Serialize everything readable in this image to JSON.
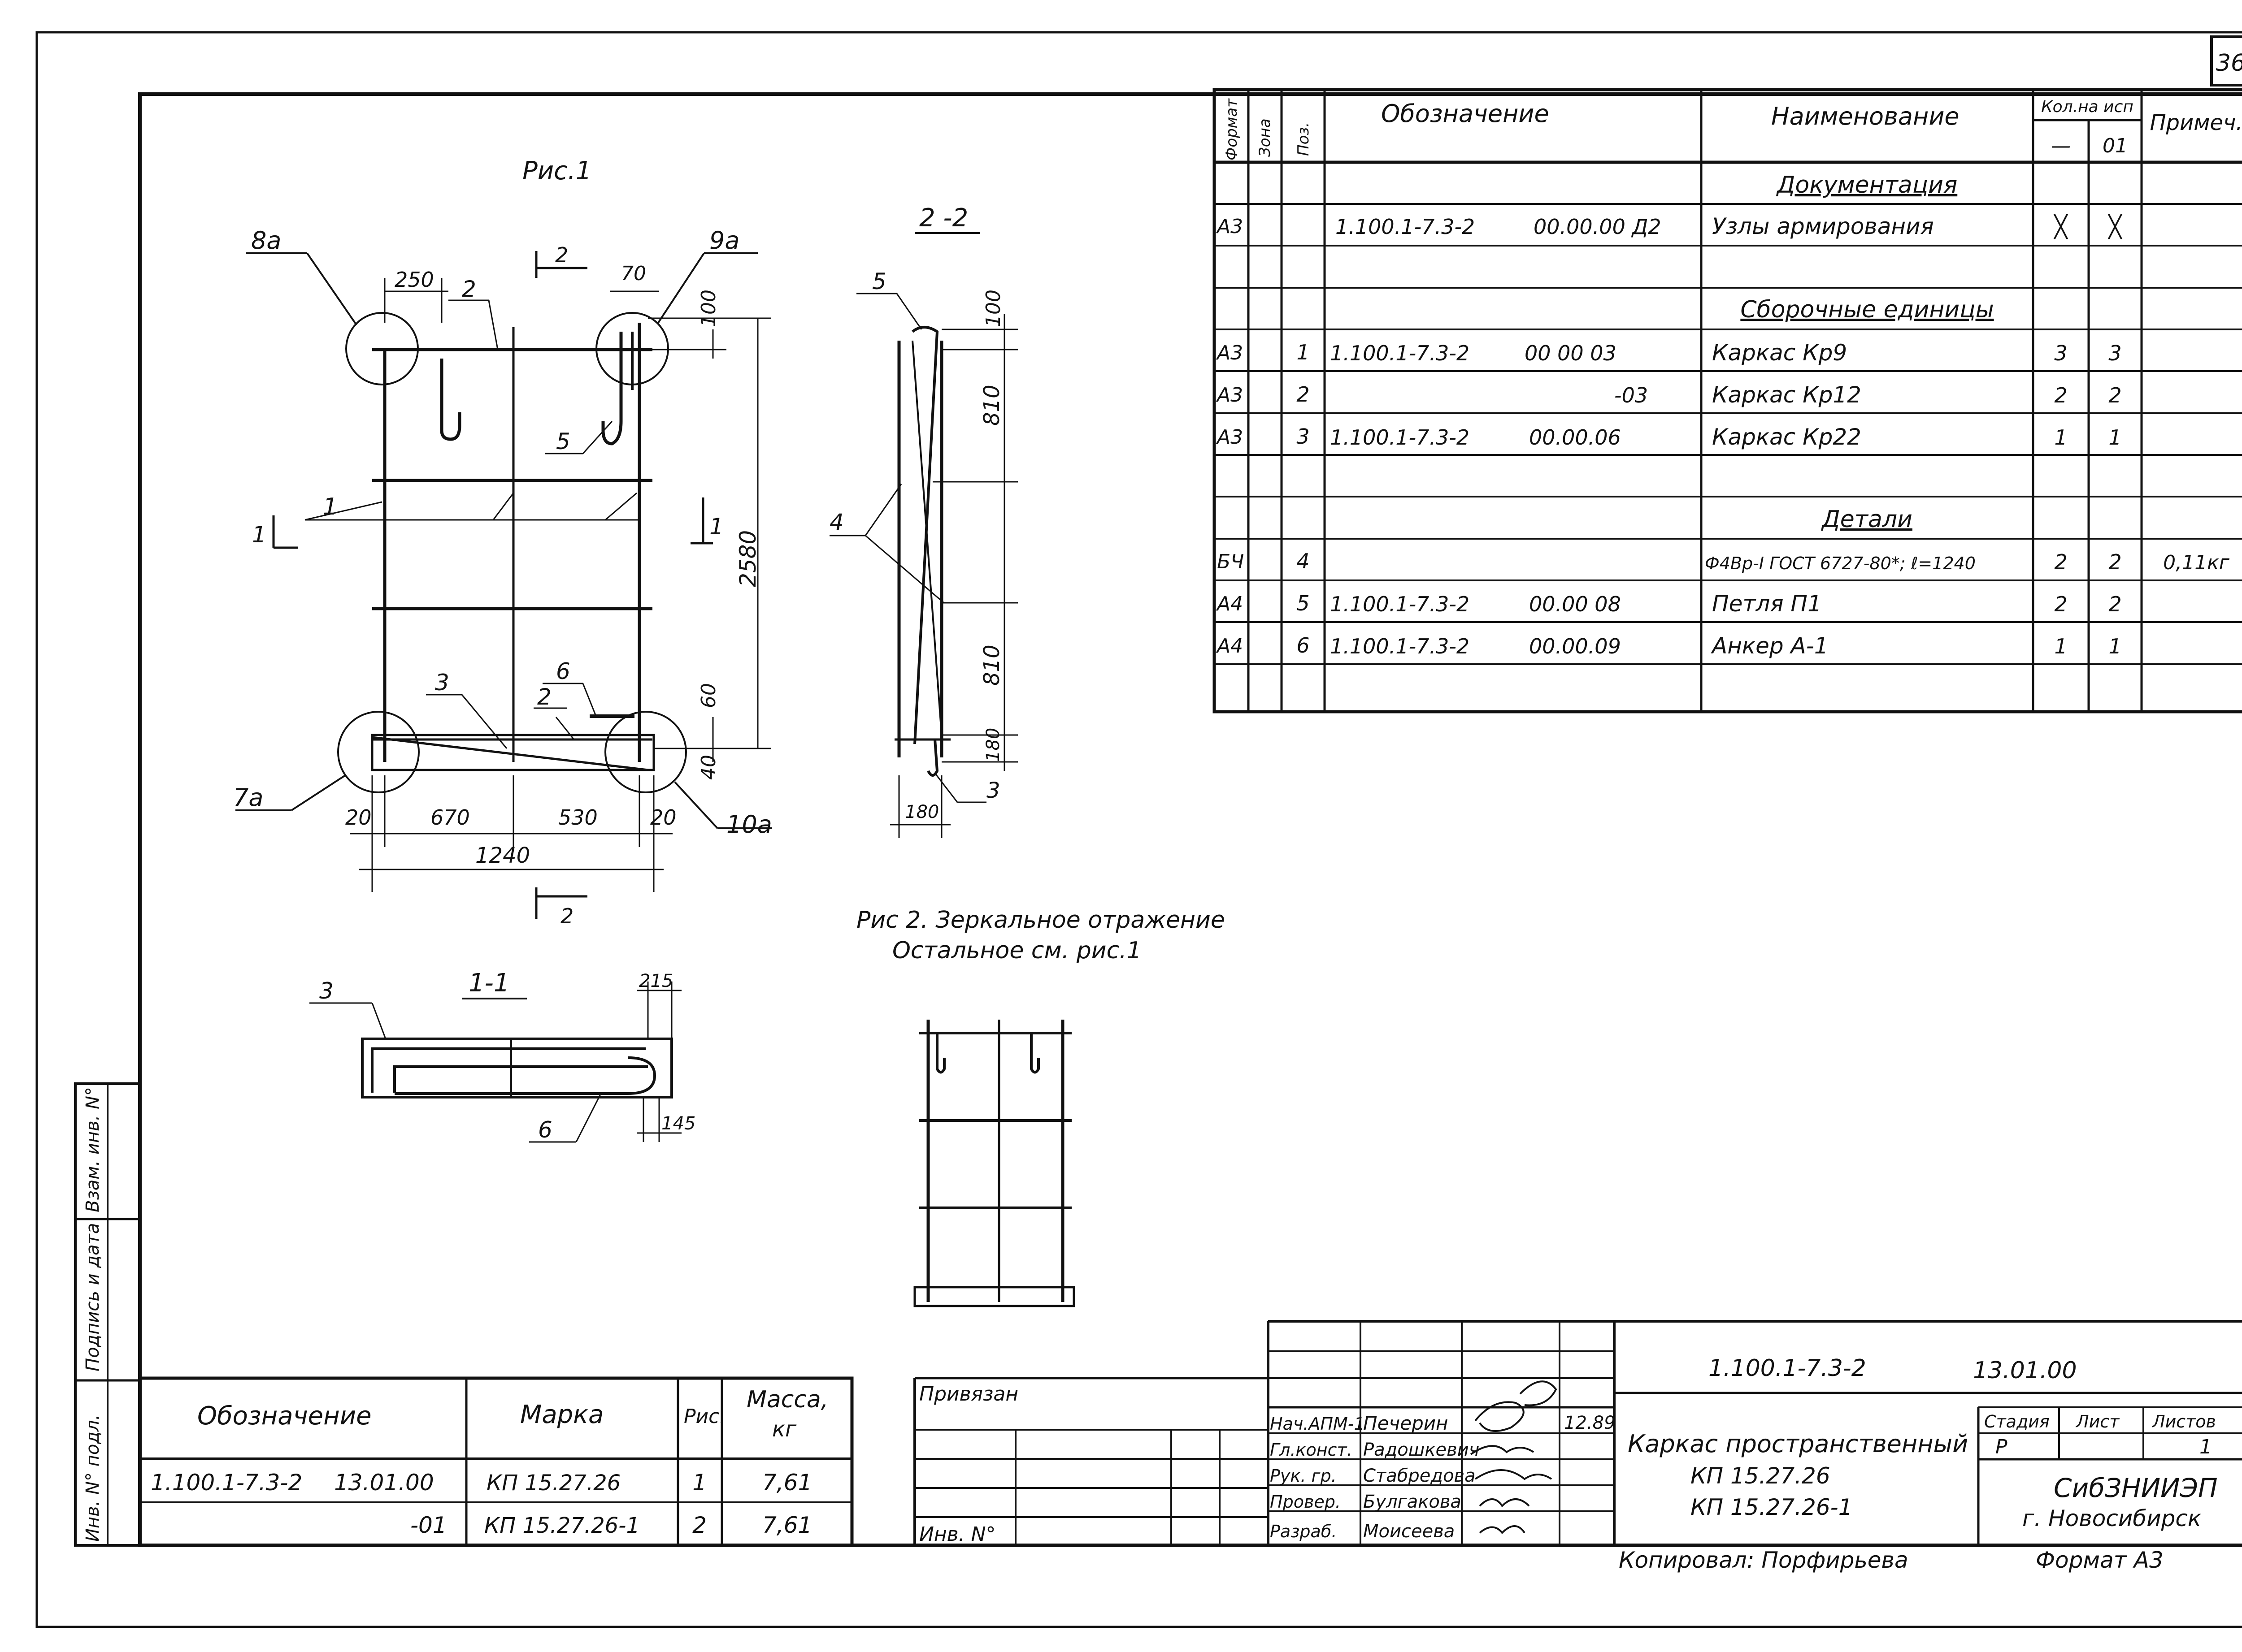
{
  "sheet": {
    "number": "36"
  },
  "fig1": {
    "title": "Рис.1",
    "callouts": [
      "8а",
      "9а",
      "7а",
      "10а"
    ],
    "positions": [
      "1",
      "2",
      "5",
      "3",
      "6",
      "2"
    ],
    "section_marks": [
      "2",
      "2",
      "1",
      "1"
    ],
    "dims": {
      "d250": "250",
      "d70": "70",
      "d100": "100",
      "d2580": "2580",
      "d60": "60",
      "d40": "40",
      "d20a": "20",
      "d670": "670",
      "d530": "530",
      "d20b": "20",
      "d1240": "1240"
    }
  },
  "section22": {
    "title": "2 -2",
    "positions": [
      "5",
      "4",
      "3"
    ],
    "dims": {
      "d100": "100",
      "d810a": "810",
      "d810b": "810",
      "d180v": "180",
      "d180h": "180"
    }
  },
  "section11": {
    "title": "1-1",
    "positions": [
      "3",
      "6"
    ],
    "dims": {
      "d215": "215",
      "d145": "145"
    }
  },
  "fig2": {
    "caption1": "Рис 2. Зеркальное отражение",
    "caption2": "Остальное см. рис.1"
  },
  "spec": {
    "headers": {
      "format": "Формат",
      "zone": "Зона",
      "pos": "Поз.",
      "designation": "Обозначение",
      "name": "Наименование",
      "qty": "Кол.на исп",
      "qty_a": "—",
      "qty_b": "01",
      "note": "Примеч."
    },
    "rows": [
      {
        "format": "",
        "pos": "",
        "code": "",
        "code2": "",
        "name": "Документация",
        "q1": "",
        "q2": "",
        "note": "",
        "section": true
      },
      {
        "format": "А3",
        "pos": "",
        "code": "1.100.1-7.3-2",
        "code2": "00.00.00 Д2",
        "name": "Узлы армирования",
        "q1": "╳",
        "q2": "╳",
        "note": ""
      },
      {
        "format": "",
        "pos": "",
        "code": "",
        "code2": "",
        "name": "",
        "q1": "",
        "q2": "",
        "note": ""
      },
      {
        "format": "",
        "pos": "",
        "code": "",
        "code2": "",
        "name": "Сборочные единицы",
        "q1": "",
        "q2": "",
        "note": "",
        "section": true
      },
      {
        "format": "А3",
        "pos": "1",
        "code": "1.100.1-7.3-2",
        "code2": "00 00 03",
        "name": "Каркас Кр9",
        "q1": "3",
        "q2": "3",
        "note": ""
      },
      {
        "format": "А3",
        "pos": "2",
        "code": "",
        "code2": "-03",
        "name": "Каркас Кр12",
        "q1": "2",
        "q2": "2",
        "note": ""
      },
      {
        "format": "А3",
        "pos": "3",
        "code": "1.100.1-7.3-2",
        "code2": "00.00.06",
        "name": "Каркас Кр22",
        "q1": "1",
        "q2": "1",
        "note": ""
      },
      {
        "format": "",
        "pos": "",
        "code": "",
        "code2": "",
        "name": "",
        "q1": "",
        "q2": "",
        "note": ""
      },
      {
        "format": "",
        "pos": "",
        "code": "",
        "code2": "",
        "name": "Детали",
        "q1": "",
        "q2": "",
        "note": "",
        "section": true
      },
      {
        "format": "БЧ",
        "pos": "4",
        "code": "",
        "code2": "",
        "name": "Ф4Вр-I ГОСТ 6727-80*; ℓ=1240",
        "q1": "2",
        "q2": "2",
        "note": "0,11кг"
      },
      {
        "format": "А4",
        "pos": "5",
        "code": "1.100.1-7.3-2",
        "code2": "00.00 08",
        "name": "Петля П1",
        "q1": "2",
        "q2": "2",
        "note": ""
      },
      {
        "format": "А4",
        "pos": "6",
        "code": "1.100.1-7.3-2",
        "code2": "00.00.09",
        "name": "Анкер А-1",
        "q1": "1",
        "q2": "1",
        "note": ""
      },
      {
        "format": "",
        "pos": "",
        "code": "",
        "code2": "",
        "name": "",
        "q1": "",
        "q2": "",
        "note": ""
      }
    ]
  },
  "variants": {
    "headers": {
      "designation": "Обозначение",
      "mark": "Марка",
      "fig": "Рис.",
      "mass": "Масса,",
      "mass_unit": "кг"
    },
    "rows": [
      {
        "code": "1.100.1-7.3-2",
        "code2": "13.01.00",
        "mark": "КП 15.27.26",
        "fig": "1",
        "mass": "7,61"
      },
      {
        "code": "",
        "code2": "-01",
        "mark": "КП 15.27.26-1",
        "fig": "2",
        "mass": "7,61"
      }
    ]
  },
  "stamp": {
    "bound_label": "Привязан",
    "inv_label": "Инв. N°",
    "doc_code": "1.100.1-7.3-2",
    "doc_code2": "13.01.00",
    "title": "Каркас пространственный",
    "mark1": "КП 15.27.26",
    "mark2": "КП 15.27.26-1",
    "stage_label": "Стадия",
    "sheet_label": "Лист",
    "sheets_label": "Листов",
    "stage": "Р",
    "sheets": "1",
    "org": "СибЗНИИЭП",
    "city": "г. Новосибирск",
    "date": "12.89",
    "people": [
      {
        "role": "Нач.АПМ-1",
        "name": "Печерин"
      },
      {
        "role": "Гл.конст.",
        "name": "Радошкевич"
      },
      {
        "role": "Рук. гр.",
        "name": "Стабредова"
      },
      {
        "role": "Провер.",
        "name": "Булгакова"
      },
      {
        "role": "Разраб.",
        "name": "Моисеева"
      }
    ],
    "copied": "Копировал: Порфирьева",
    "format": "Формат А3"
  },
  "side_labels": [
    "Инв. N° подл.",
    "Подпись и дата",
    "Взам. инв. N°"
  ]
}
